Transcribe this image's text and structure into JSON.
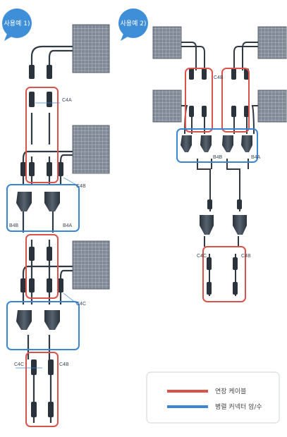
{
  "badges": {
    "example1": "사용예 1)",
    "example2": "사용예 2)"
  },
  "labels": {
    "c4a_top": "C4A",
    "c4b_mid": "C4B",
    "b4b_left": "B4B",
    "b4a_left": "B4A",
    "c4c_mid": "C4C",
    "c4c_bottom": "C4C",
    "c4b_bottom": "C4B",
    "c4b_right_top": "C4B",
    "b4b_right": "B4B",
    "b4a_right": "B4A",
    "c4c_right": "C4C",
    "c4b_right_bottom": "C4B"
  },
  "legend": {
    "red_label": "연장 케이블",
    "blue_label": "병렬 커넥터 암/수",
    "red_color": "#d9534a",
    "blue_color": "#3a86d4"
  },
  "colors": {
    "badge": "#3f8ed8",
    "cable": "#2f3a45",
    "panel": "#8a95a0"
  }
}
